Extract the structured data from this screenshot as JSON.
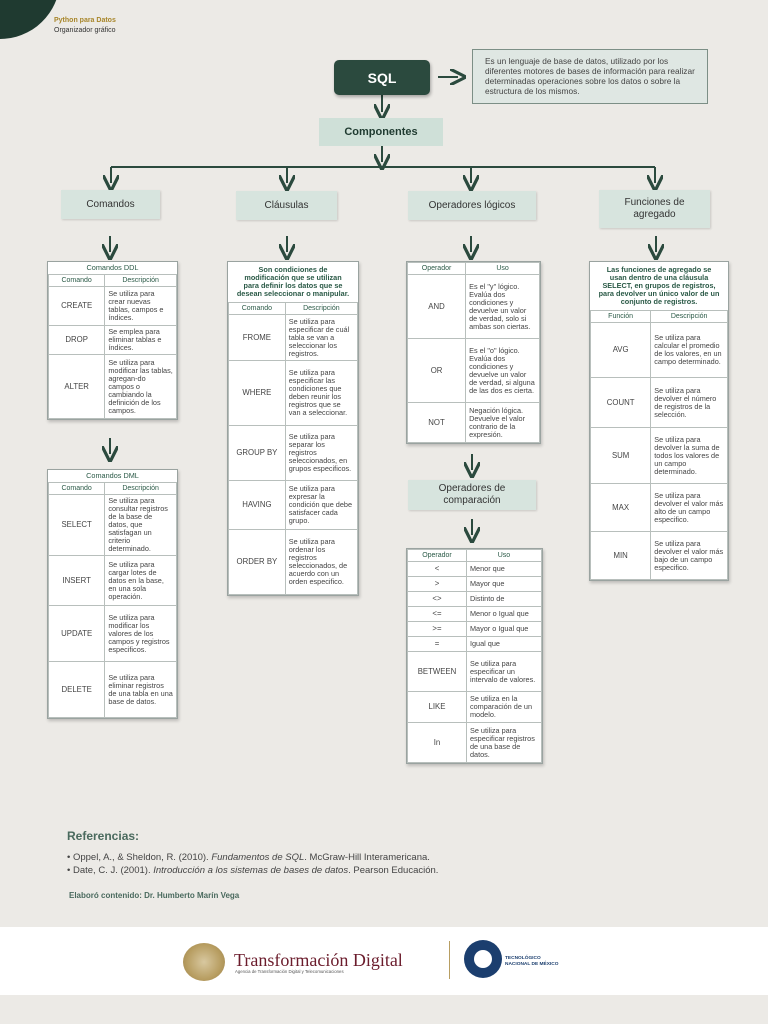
{
  "header": {
    "course": "Python para Datos",
    "subtitle": "Organizador gráfico"
  },
  "sql": {
    "label": "SQL",
    "definition": "Es un lenguaje de base de datos, utilizado por los diferentes motores de bases de información para realizar determinadas operaciones sobre los datos o sobre la estructura de los mismos."
  },
  "componentes": "Componentes",
  "categories": {
    "comandos": "Comandos",
    "clausulas": "Cláusulas",
    "operadores": "Operadores lógicos",
    "funciones": "Funciones de agregado",
    "comparacion": "Operadores de comparación"
  },
  "ddl": {
    "title": "Comandos DDL",
    "h1": "Comando",
    "h2": "Descripción",
    "rows": [
      {
        "k": "CREATE",
        "d": "Se utiliza para crear nuevas tablas, campos e índices."
      },
      {
        "k": "DROP",
        "d": "Se emplea para eliminar tablas e índices."
      },
      {
        "k": "ALTER",
        "d": "Se utiliza para modificar las tablas, agregan-do campos o cambiando la definición de los campos."
      }
    ]
  },
  "dml": {
    "title": "Comandos DML",
    "h1": "Comando",
    "h2": "Descripción",
    "rows": [
      {
        "k": "SELECT",
        "d": "Se utiliza para consultar registros de la base de datos, que satisfagan un criterio determinado."
      },
      {
        "k": "INSERT",
        "d": "Se utiliza para cargar lotes de datos en la base, en una sola operación."
      },
      {
        "k": "UPDATE",
        "d": "Se utiliza para modificar los valores de los campos y registros especificos."
      },
      {
        "k": "DELETE",
        "d": "Se utiliza para eliminar registros de una tabla en una base de datos."
      }
    ]
  },
  "clausulas": {
    "intro": "Son condiciones de modificación que se utilizan para definir los datos que se desean seleccionar o manipular.",
    "h1": "Comando",
    "h2": "Descripción",
    "rows": [
      {
        "k": "FROME",
        "d": "Se utiliza para especificar de cuál tabla se van a seleccionar los registros."
      },
      {
        "k": "WHERE",
        "d": "Se utiliza para especificar las condiciones que deben reunir los registros que se van a seleccionar."
      },
      {
        "k": "GROUP BY",
        "d": "Se utiliza para separar los registros seleccionados, en grupos especificos."
      },
      {
        "k": "HAVING",
        "d": "Se utiliza para expresar la condición que debe satisfacer cada grupo."
      },
      {
        "k": "ORDER BY",
        "d": "Se utiliza para ordenar los registros seleccionados, de acuerdo con un orden especifico."
      }
    ]
  },
  "logicos": {
    "h1": "Operador",
    "h2": "Uso",
    "rows": [
      {
        "k": "AND",
        "d": "Es el \"y\" lógico. Evalúa dos condiciones y devuelve un valor de verdad, solo si ambas son ciertas."
      },
      {
        "k": "OR",
        "d": "Es el \"o\" lógico. Evalúa dos condiciones y devuelve un valor de verdad, si alguna de las dos es cierta."
      },
      {
        "k": "NOT",
        "d": "Negación lógica. Devuelve el valor contrario de la expresión."
      }
    ]
  },
  "comparacion": {
    "h1": "Operador",
    "h2": "Uso",
    "rows": [
      {
        "k": "<",
        "d": "Menor que"
      },
      {
        "k": ">",
        "d": "Mayor que"
      },
      {
        "k": "<>",
        "d": "Distinto de"
      },
      {
        "k": "<=",
        "d": "Menor o Igual que"
      },
      {
        "k": ">=",
        "d": "Mayor o Igual que"
      },
      {
        "k": "=",
        "d": "Igual que"
      },
      {
        "k": "BETWEEN",
        "d": "Se utiliza para especificar un intervalo de valores."
      },
      {
        "k": "LIKE",
        "d": "Se utiliza en la comparación de un modelo."
      },
      {
        "k": "In",
        "d": "Se utiliza para especificar registros de una base de datos."
      }
    ]
  },
  "funciones": {
    "intro": "Las funciones de agregado se usan dentro de una cláusula SELECT, en grupos de registros, para devolver un único valor de un conjunto de registros.",
    "h1": "Función",
    "h2": "Descripción",
    "rows": [
      {
        "k": "AVG",
        "d": "Se utiliza para calcular el promedio de los valores, en un campo determinado."
      },
      {
        "k": "COUNT",
        "d": "Se utiliza para devolver el número de registros de la selección."
      },
      {
        "k": "SUM",
        "d": "Se utiliza para devolver la suma de todos los valores de un campo determinado."
      },
      {
        "k": "MAX",
        "d": "Se utiliza para devolver el valor más alto de un campo especifico."
      },
      {
        "k": "MIN",
        "d": "Se utiliza para devolver el valor más bajo de un campo especifico."
      }
    ]
  },
  "refs": {
    "title": "Referencias:",
    "r1a": "Oppel, A., & Sheldon, R. (2010). ",
    "r1b": "Fundamentos de SQL",
    "r1c": ". McGraw-Hill Interamericana.",
    "r2a": "Date, C. J. (2001). ",
    "r2b": "Introducción a los sistemas de bases de datos",
    "r2c": ". Pearson Educación."
  },
  "elaboro": "Elaboró contenido: Dr. Humberto Marín Vega",
  "footer": {
    "title": "Transformación Digital",
    "subtitle": "Agencia de Transformación Digital y Telecomunicaciones",
    "tec1": "TECNOLÓGICO",
    "tec2": "NACIONAL DE MÉXICO"
  },
  "colors": {
    "dark_green": "#2b4a3e",
    "light_green": "#d7e4de",
    "arrow": "#2b4a3e"
  }
}
